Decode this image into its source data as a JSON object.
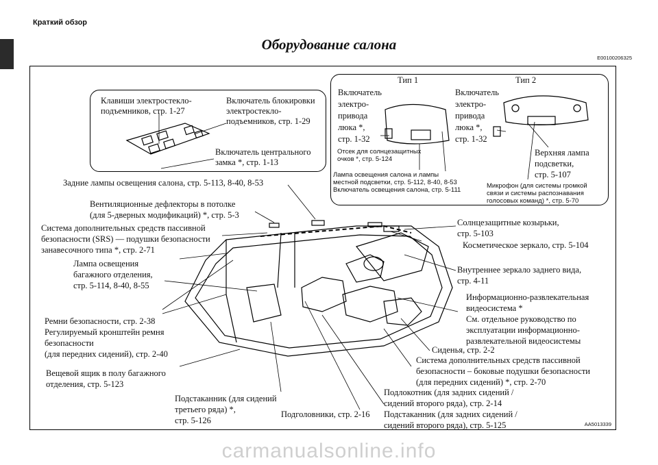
{
  "header": {
    "section": "Краткий обзор",
    "title": "Оборудование салона",
    "code": "E00100206325"
  },
  "figure_code": "AA5013339",
  "inset_power": {
    "window_switches": [
      "Клавиши электростекло-",
      "подъемников, стр. 1-27"
    ],
    "lock_switch": [
      "Включатель блокировки",
      "электростекло-",
      "подъемников, стр. 1-29"
    ],
    "central_lock": [
      "Включатель центрального",
      "замка *, стр. 1-13"
    ]
  },
  "inset_roof": {
    "type1": "Тип 1",
    "type2": "Тип 2",
    "sunroof_1": [
      "Включатель",
      "электро-",
      "привода",
      "люка *,",
      "стр. 1-32"
    ],
    "sunroof_2": [
      "Включатель",
      "электро-",
      "привода",
      "люка *,",
      "стр. 1-32"
    ],
    "glasses": [
      "Отсек для солнцезащитных",
      "очков *, стр. 5-124"
    ],
    "interior_lamps": [
      "Лампа освещения салона и лампы",
      "местной подсветки, стр. 5-112, 8-40, 8-53",
      "Включатель освещения салона, стр. 5-111"
    ],
    "overhead_lamp": [
      "Верхняя лампа",
      "подсветки,",
      "стр. 5-107"
    ],
    "microphone": [
      "Микрофон (для системы громкой",
      "связи и системы распознавания",
      "голосовых команд) *, стр. 5-70"
    ]
  },
  "labels": {
    "rear_lamps": [
      "Задние лампы освещения салона, стр. 5-113, 8-40, 8-53"
    ],
    "vents": [
      "Вентиляционные дефлекторы в потолке",
      "(для 5-дверных модификаций) *, стр. 5-3"
    ],
    "srs_curtain": [
      "Система дополнительных средств пассивной",
      "безопасности (SRS) — подушки безопасности",
      "занавесочного типа *, стр. 2-71"
    ],
    "cargo_lamp": [
      "Лампа освещения",
      "багажного отделения,",
      "стр. 5-114, 8-40, 8-55"
    ],
    "belts": [
      "Ремни безопасности, стр. 2-38",
      "Регулируемый кронштейн ремня",
      "безопасности",
      "(для передних сидений), стр. 2-40"
    ],
    "floor_box": [
      "Вещевой ящик в полу багажного",
      "отделения, стр. 5-123"
    ],
    "cupholder3": [
      "Подстаканник (для сидений",
      "третьего ряда) *,",
      "стр. 5-126"
    ],
    "headrests": [
      "Подголовники, стр. 2-16"
    ],
    "armrest": [
      "Подлокотник (для задних сидений /",
      "сидений второго ряда), стр. 2-14",
      "Подстаканник (для задних сидений /",
      "сидений второго ряда), стр. 5-125"
    ],
    "srs_side": [
      "Система дополнительных средств пассивной",
      "безопасности – боковые подушки безопасности",
      "(для передних сидений) *, стр. 2-70"
    ],
    "seats": [
      "Сиденья, стр. 2-2"
    ],
    "infotainment": [
      "Информационно-развлекательная",
      "видеосистема *",
      "См. отдельное руководство по",
      "эксплуатации информационно-",
      "развлекательной видеосистемы"
    ],
    "mirror": [
      "Внутреннее зеркало заднего вида,",
      "стр. 4-11"
    ],
    "vanity": [
      "Косметическое зеркало, стр. 5-104"
    ],
    "sunvisors": [
      "Солнцезащитные козырьки,",
      "стр. 5-103"
    ]
  },
  "watermark": "carmanualsonline.info"
}
